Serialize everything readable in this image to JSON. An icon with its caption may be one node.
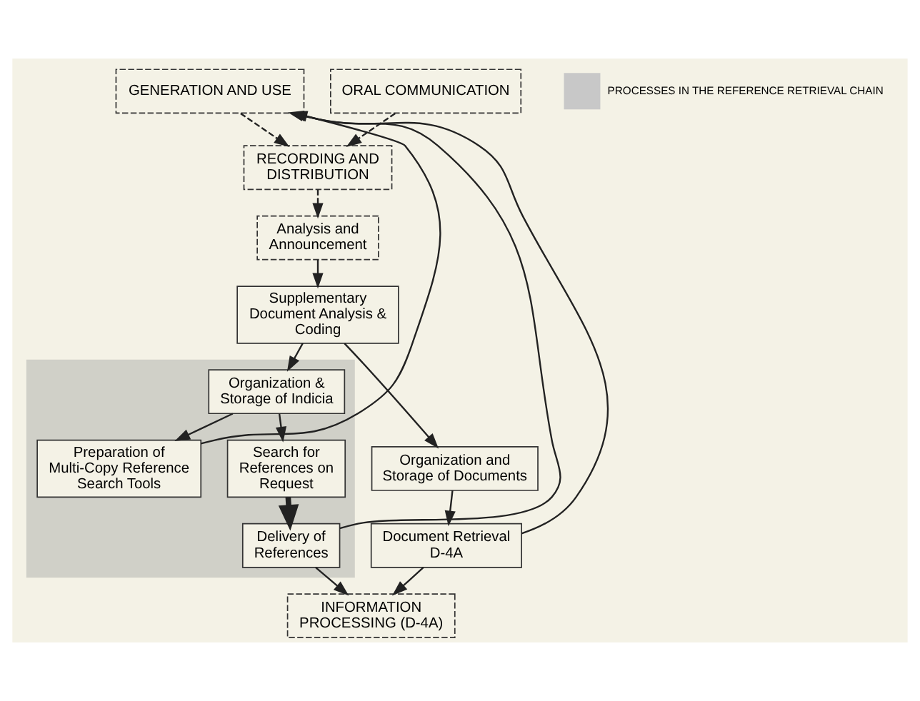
{
  "diagram": {
    "nodes": [
      {
        "text": [
          "GENERATION AND USE"
        ]
      },
      {
        "text": [
          "ORAL COMMUNICATION"
        ]
      },
      {
        "text": [
          "RECORDING AND DISTRIBUTION"
        ]
      },
      {
        "text": [
          "Analysis and Announcement"
        ]
      },
      {
        "text": [],
        "shape": "box"
      },
      {
        "text": [
          "Preparation of Multi-Copy Reference Search Tools"
        ],
        "in": 4
      },
      {
        "text": [
          "Organization & Storage of Indicia"
        ],
        "in": 4
      },
      {
        "text": [
          "Search for References on Request"
        ],
        "in": 4
      },
      {
        "text": [
          "Delivery of References"
        ],
        "in": 4
      },
      {
        "text": [
          "Supplementary Document Analysis & Coding"
        ]
      },
      {
        "text": [
          "INFORMATION PROCESSING (D-4A)"
        ]
      },
      {
        "text": [
          "Organization and Storage of Documents"
        ]
      },
      {
        "text": [
          "Document Retrieval D-4A"
        ]
      }
    ],
    "edges": [
      {
        "from": 0,
        "to": 2,
        "arrow": "to",
        "style": "dashed"
      },
      {
        "from": 1,
        "to": 2,
        "arrow": "to",
        "style": "dashed"
      },
      {
        "from": 2,
        "to": 3,
        "arrow": "to",
        "style": "dashed"
      },
      {
        "from": 3,
        "to": 9,
        "arrow": "to"
      },
      {
        "from": 9,
        "to": 6,
        "arrow": "to"
      },
      {
        "from": 6,
        "to": 5,
        "arrow": "to"
      },
      {
        "from": 6,
        "to": 7,
        "arrow": "to"
      },
      {
        "from": 7,
        "to": 8,
        "arrow": "to",
        "style": "thick"
      },
      {
        "from": 5,
        "to": 0,
        "arrow": "to"
      },
      {
        "from": 8,
        "to": 0,
        "arrow": "to"
      },
      {
        "from": 8,
        "to": 10,
        "arrow": "to"
      },
      {
        "from": 9,
        "to": 11,
        "arrow": "to"
      },
      {
        "from": 11,
        "to": 12,
        "arrow": "to"
      },
      {
        "from": 12,
        "to": 10,
        "arrow": "to"
      },
      {
        "from": 12,
        "to": 0,
        "arrow": "to"
      }
    ],
    "legend": [
      {
        "text": "PROCESSES IN THE REFERENCE RETRIEVAL CHAIN",
        "color": "#c8c8c8"
      }
    ]
  }
}
